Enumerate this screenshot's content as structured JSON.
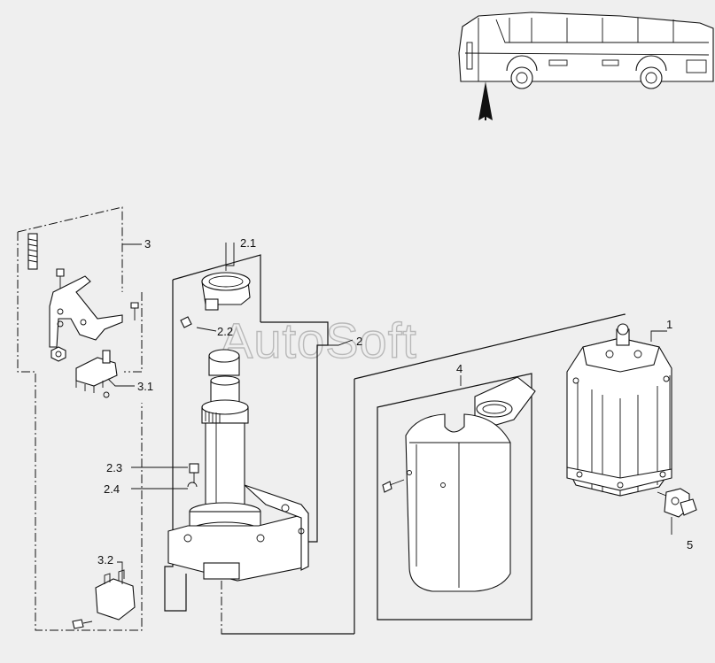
{
  "watermark": "AutoSoft",
  "callouts": {
    "p1": "1",
    "p2": "2",
    "p2_1": "2.1",
    "p2_2": "2.2",
    "p2_3": "2.3",
    "p2_4": "2.4",
    "p3": "3",
    "p3_1": "3.1",
    "p3_2": "3.2",
    "p4": "4",
    "p5": "5"
  },
  "colors": {
    "background": "#efefef",
    "line": "#111111",
    "watermark": "#b9b9b9"
  }
}
